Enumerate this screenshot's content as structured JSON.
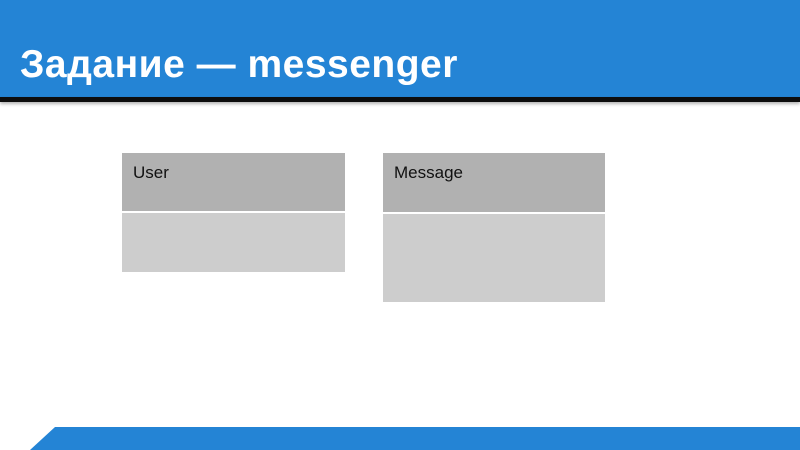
{
  "slide": {
    "title": "Задание — messenger"
  },
  "tables": {
    "user": {
      "header": "User"
    },
    "message": {
      "header": "Message"
    }
  },
  "colors": {
    "accent_blue": "#2484d5",
    "divider_black": "#0d0d0d",
    "table_header_gray": "#b1b1b1",
    "table_body_gray": "#cdcdcd",
    "title_text": "#ffffff",
    "table_label_text": "#111111",
    "background": "#ffffff"
  }
}
